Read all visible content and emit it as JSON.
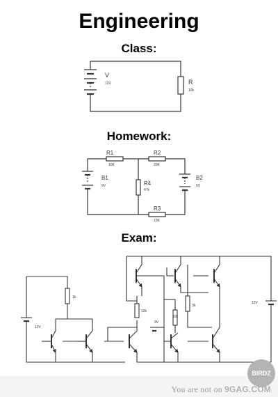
{
  "title": "Engineering",
  "sections": {
    "class": "Class:",
    "homework": "Homework:",
    "exam": "Exam:"
  },
  "class_circuit": {
    "source_label": "V",
    "source_value": "12V",
    "resistor_label": "R",
    "resistor_value": "10k"
  },
  "homework_circuit": {
    "r1_label": "R1",
    "r1_value": "10K",
    "r2_label": "R2",
    "r2_value": "20K",
    "r3_label": "R3",
    "r3_value": "15K",
    "r4_label": "R4",
    "r4_value": "47k",
    "b1_label": "B1",
    "b1_value": "9V",
    "b2_label": "B2",
    "b2_value": "5V"
  },
  "exam_circuit": {
    "source_left_value": "12V",
    "resistor_left_value": "1k",
    "resistor_mid_value": "12k",
    "source_mid_value": "9V",
    "resistor_a_value": "10k",
    "resistor_b_value": "3k",
    "source_right_value": "12V"
  },
  "footer": {
    "text": "You are not on",
    "brand": "9GAG.COM",
    "badge": "BIRDZ"
  }
}
